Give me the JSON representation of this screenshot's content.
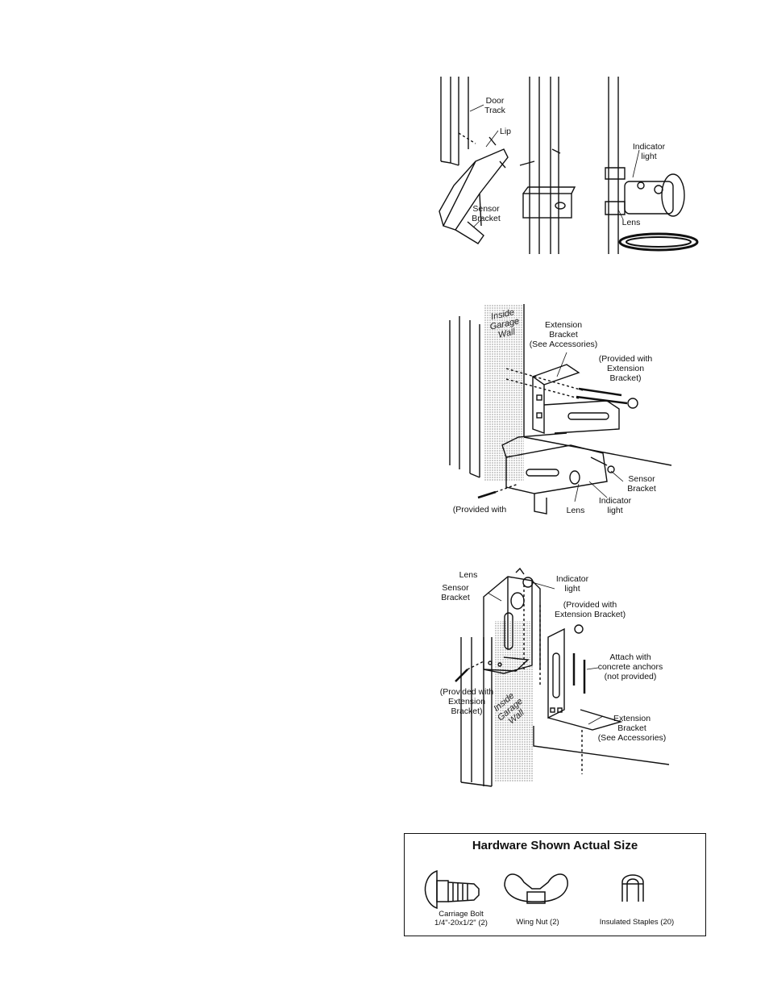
{
  "figure1": {
    "door_track": "Door\nTrack",
    "lip": "Lip",
    "sensor_bracket": "Sensor\nBracket",
    "indicator_light": "Indicator\nlight",
    "lens": "Lens"
  },
  "figure2": {
    "wall": "Inside\nGarage\nWall",
    "extension_bracket": "Extension\nBracket\n(See Accessories)",
    "provided_with": "(Provided with\nExtension\nBracket)",
    "sensor_bracket": "Sensor\nBracket",
    "indicator_light": "Indicator\nlight",
    "lens": "Lens",
    "provided_with_bottom": "(Provided with"
  },
  "figure3": {
    "lens": "Lens",
    "sensor_bracket": "Sensor\nBracket",
    "indicator_light": "Indicator\nlight",
    "provided_with_top": "(Provided with\nExtension Bracket)",
    "attach_with": "Attach with\nconcrete anchors\n(not provided)",
    "provided_with_left": "(Provided with\nExtension\nBracket)",
    "wall": "Inside\nGarage\nWall",
    "extension_bracket": "Extension\nBracket\n(See Accessories)"
  },
  "hardware": {
    "title": "Hardware Shown Actual Size",
    "items": [
      {
        "caption": "Carriage Bolt\n1/4\"-20x1/2\" (2)",
        "icon": "carriage-bolt-icon"
      },
      {
        "caption": "Wing Nut (2)",
        "icon": "wing-nut-icon"
      },
      {
        "caption": "Insulated Staples (20)",
        "icon": "insulated-staple-icon"
      }
    ]
  }
}
